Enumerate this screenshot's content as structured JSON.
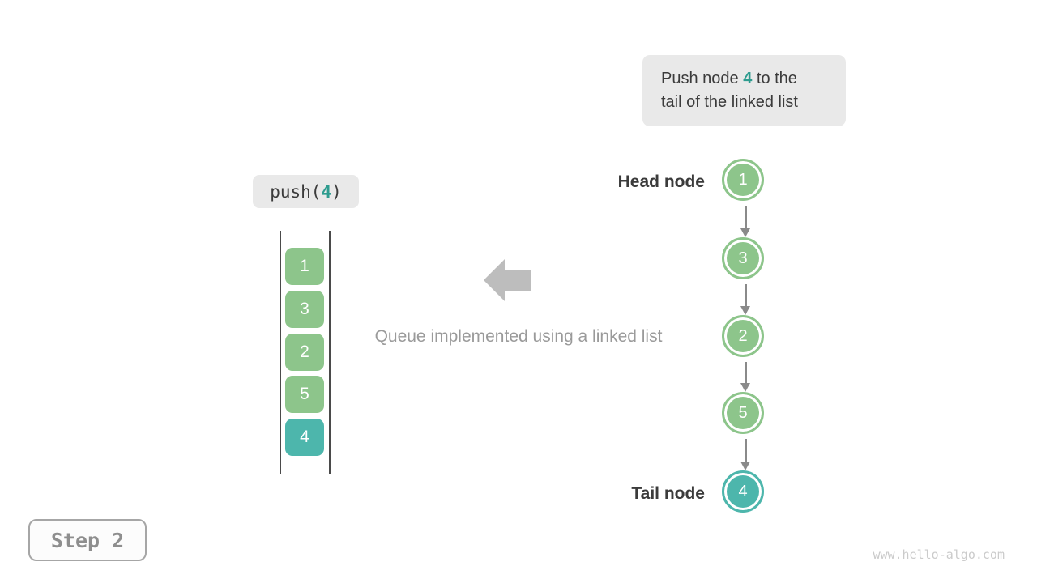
{
  "colors": {
    "node_green": "#8DC58B",
    "node_teal": "#4DB6AC",
    "highlight_teal_text": "#2E9C8F",
    "badge_background": "#E9E9E9",
    "dark_text": "#3B3B3B",
    "block_arrow_gray": "#BDBDBD",
    "caption_gray": "#9A9A9A",
    "connector_gray": "#8A8A8A",
    "watermark_gray": "#CBCBCB"
  },
  "tooltip": {
    "line1_pre": "Push node ",
    "highlight": "4",
    "line1_post": " to the",
    "line2": "tail of the linked list"
  },
  "operation": {
    "pre": "push(",
    "arg": "4",
    "post": ")"
  },
  "stack": {
    "items": [
      {
        "value": "1"
      },
      {
        "value": "3"
      },
      {
        "value": "2"
      },
      {
        "value": "5"
      },
      {
        "value": "4"
      }
    ]
  },
  "caption": "Queue implemented using a linked list",
  "linked_list": {
    "head_label": "Head node",
    "tail_label": "Tail node",
    "nodes": [
      {
        "value": "1"
      },
      {
        "value": "3"
      },
      {
        "value": "2"
      },
      {
        "value": "5"
      },
      {
        "value": "4"
      }
    ]
  },
  "step": {
    "label": "Step 2"
  },
  "watermark": "www.hello-algo.com"
}
